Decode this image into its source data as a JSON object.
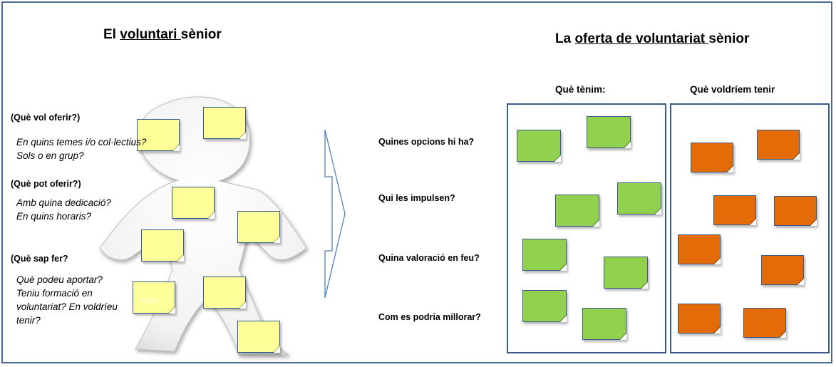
{
  "left": {
    "title_pre": "El ",
    "title_underlined": "voluntari ",
    "title_post": "sènior",
    "sections": [
      {
        "heading": "(Què vol oferir?)",
        "lines": [
          "En quins temes i/o col·lectius?",
          "Sols o en grup?"
        ]
      },
      {
        "heading": "(Què pot oferir?)",
        "lines": [
          "Amb quina dedicació?",
          "En quins horaris?"
        ]
      },
      {
        "heading": "(Què sap fer?",
        "lines": [
          "Què podeu aportar?",
          "Teniu formació en",
          "voluntariat? En voldríeu",
          "tenir?"
        ]
      }
    ],
    "note_scribble": "<<<<"
  },
  "right": {
    "title_pre": "La ",
    "title_underlined": "oferta de voluntariat ",
    "title_post": "sènior",
    "col_headers": [
      "Què tènim:",
      "Què voldríem tenir"
    ],
    "row_questions": [
      "Quines opcions hi ha?",
      "Qui les impulsen?",
      "Quina valoració en feu?",
      "Com es podria millorar?"
    ]
  },
  "colors": {
    "frame": "#4a6a92",
    "note_yellow": "#ffff99",
    "note_green": "#92d050",
    "note_orange": "#e36c09"
  }
}
